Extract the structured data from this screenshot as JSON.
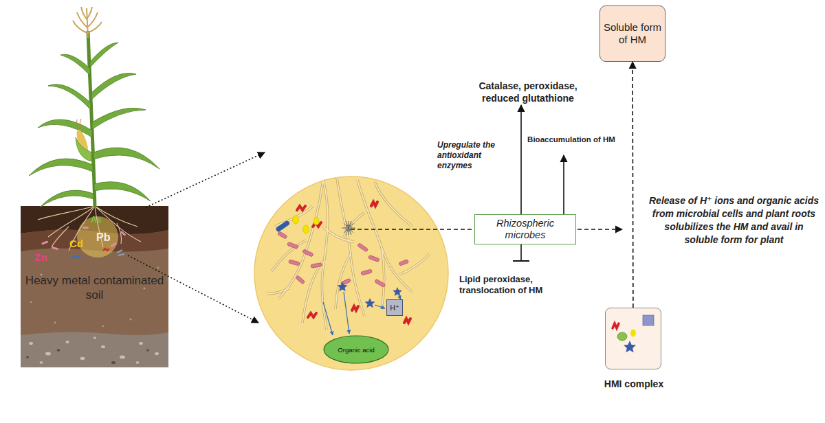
{
  "diagram": {
    "nodes": [
      {
        "text": [
          "Heavy metal contaminated soil"
        ]
      },
      {
        "text": [
          "H⁺"
        ]
      },
      {
        "text": [
          "Organic acid"
        ]
      },
      {
        "text": [
          "Rhizospheric microbes"
        ]
      },
      {
        "text": [
          "Soluble form of HM"
        ]
      },
      {
        "text": [
          "HMI complex"
        ]
      }
    ],
    "edges": [
      {
        "from": 5,
        "to": 4,
        "arrow": "to"
      }
    ],
    "labels": [
      "Zn",
      "Cd",
      "Pb",
      "As",
      "Catalase, peroxidase, reduced glutathione",
      "Upregulate the antioxidant enzymes",
      "Bioaccumulation of HM",
      "Lipid peroxidase, translocation of HM",
      "Release of H⁺ ions and organic acids from microbial cells and plant roots solubilizes the HM and avail in soluble form for plant"
    ]
  }
}
